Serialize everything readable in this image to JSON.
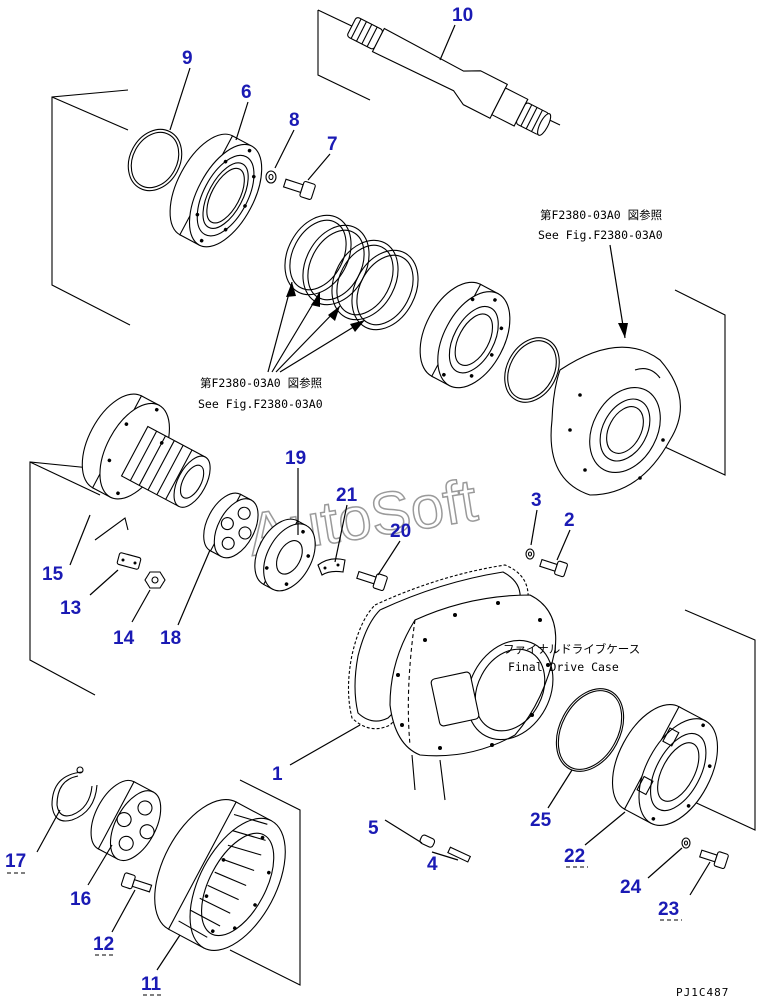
{
  "diagram": {
    "drawing_code": "PJ1C487",
    "watermark": "AutoSoft",
    "references": {
      "seals": {
        "jp": "第F2380-03A0 図参照",
        "en": "See Fig.F2380-03A0"
      },
      "cover": {
        "jp": "第F2380-03A0 図参照",
        "en": "See Fig.F2380-03A0"
      },
      "case": {
        "jp": "ファイナルドライブケース",
        "en": "Final Drive Case"
      }
    },
    "callouts": [
      {
        "id": "10",
        "part": "shaft"
      },
      {
        "id": "9",
        "part": "o-ring"
      },
      {
        "id": "6",
        "part": "bearing-cage"
      },
      {
        "id": "8",
        "part": "washer"
      },
      {
        "id": "7",
        "part": "bolt"
      },
      {
        "id": "3",
        "part": "washer"
      },
      {
        "id": "2",
        "part": "bolt"
      },
      {
        "id": "19",
        "part": "retainer"
      },
      {
        "id": "21",
        "part": "lock-plate"
      },
      {
        "id": "20",
        "part": "bolt"
      },
      {
        "id": "15",
        "part": "hub"
      },
      {
        "id": "13",
        "part": "lock-plate"
      },
      {
        "id": "14",
        "part": "nut"
      },
      {
        "id": "18",
        "part": "bearing"
      },
      {
        "id": "1",
        "part": "final-drive-case"
      },
      {
        "id": "5",
        "part": "dowel"
      },
      {
        "id": "4",
        "part": "stud"
      },
      {
        "id": "25",
        "part": "o-ring"
      },
      {
        "id": "22",
        "part": "cover"
      },
      {
        "id": "24",
        "part": "washer"
      },
      {
        "id": "23",
        "part": "bolt"
      },
      {
        "id": "17",
        "part": "snap-ring"
      },
      {
        "id": "16",
        "part": "bearing"
      },
      {
        "id": "12",
        "part": "bolt"
      },
      {
        "id": "11",
        "part": "sprocket"
      }
    ]
  }
}
